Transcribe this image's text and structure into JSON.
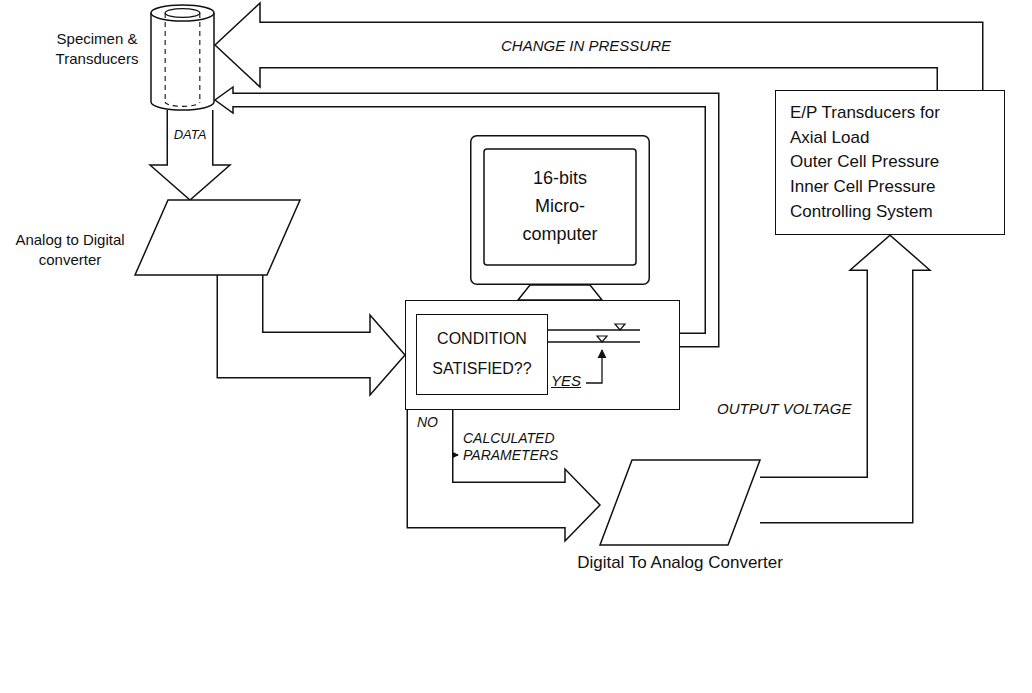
{
  "diagram": {
    "nodes": [
      {
        "text": [
          "Specimen & Transducers"
        ]
      },
      {
        "text": [
          "E/P Transducers for",
          "Axial Load",
          "Outer Cell Pressure",
          "Inner Cell Pressure",
          "Controlling System"
        ]
      },
      {
        "text": [
          "Analog to Digital converter"
        ]
      },
      {
        "text": [
          "16-bits Micro- computer"
        ]
      },
      {
        "text": [
          "CONDITION SATISFIED??"
        ]
      },
      {
        "text": [
          "Digital To Analog Converter"
        ]
      }
    ],
    "edges": [
      {
        "from": 0,
        "to": 2,
        "arrow": "to",
        "label": "DATA"
      },
      {
        "from": 2,
        "to": 4,
        "arrow": "to"
      },
      {
        "from": 4,
        "to": 5,
        "arrow": "to",
        "label": "CALCULATED PARAMETERS"
      },
      {
        "from": 5,
        "to": 1,
        "arrow": "to",
        "label": "OUTPUT VOLTAGE"
      },
      {
        "from": 1,
        "to": 0,
        "arrow": "to",
        "label": "CHANGE IN PRESSURE"
      },
      {
        "from": 4,
        "to": 0,
        "arrow": "to"
      }
    ],
    "labels": [
      "YES",
      "NO"
    ]
  }
}
